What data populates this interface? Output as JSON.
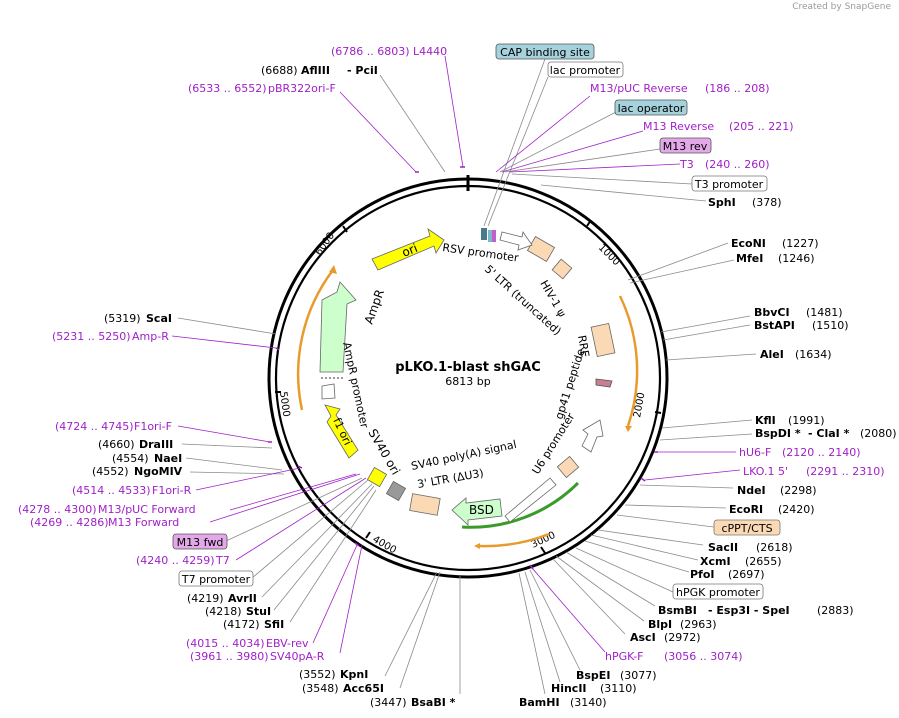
{
  "credit": {
    "prefix": "Created by",
    "brand": "SnapGene"
  },
  "plasmid": {
    "name": "pLKO.1-blast shGAC",
    "length_label": "6813 bp",
    "length": 6813
  },
  "ticks": [
    "1000",
    "2000",
    "3000",
    "4000",
    "5000",
    "6000"
  ],
  "right_labels": [
    {
      "id": "cap",
      "text": "CAP binding site",
      "style": "teal"
    },
    {
      "id": "lacp",
      "text": "lac promoter",
      "style": "box"
    },
    {
      "id": "m13puc",
      "text": "M13/pUC Reverse",
      "range": "(186 .. 208)",
      "style": "purple"
    },
    {
      "id": "lacop",
      "text": "lac operator",
      "style": "teal"
    },
    {
      "id": "m13r",
      "text": "M13 Reverse",
      "range": "(205 .. 221)",
      "style": "purple"
    },
    {
      "id": "m13rev",
      "text": "M13 rev",
      "style": "pink"
    },
    {
      "id": "t3",
      "text": "T3",
      "range": "(240 .. 260)",
      "style": "purple"
    },
    {
      "id": "t3p",
      "text": "T3 promoter",
      "style": "box"
    },
    {
      "id": "sphi",
      "text": "SphI",
      "range": "(378)",
      "style": "enzyme"
    },
    {
      "id": "econi",
      "text": "EcoNI",
      "range": "(1227)",
      "style": "enzyme"
    },
    {
      "id": "mfei",
      "text": "MfeI",
      "range": "(1246)",
      "style": "enzyme"
    },
    {
      "id": "bbvci",
      "text": "BbvCI",
      "range": "(1481)",
      "style": "enzyme"
    },
    {
      "id": "bstapi",
      "text": "BstAPI",
      "range": "(1510)",
      "style": "enzyme"
    },
    {
      "id": "alei",
      "text": "AleI",
      "range": "(1634)",
      "style": "enzyme"
    },
    {
      "id": "kfli",
      "text": "KflI",
      "range": "(1991)",
      "style": "enzyme"
    },
    {
      "id": "bspdi",
      "text": "BspDI *",
      "extra": "- ClaI *",
      "range": "(2080)",
      "style": "enzyme"
    },
    {
      "id": "hu6f",
      "text": "hU6-F",
      "range": "(2120 .. 2140)",
      "style": "purple"
    },
    {
      "id": "lko",
      "text": "LKO.1 5'",
      "range": "(2291 .. 2310)",
      "style": "purple"
    },
    {
      "id": "ndei",
      "text": "NdeI",
      "range": "(2298)",
      "style": "enzyme"
    },
    {
      "id": "ecori",
      "text": "EcoRI",
      "range": "(2420)",
      "style": "enzyme"
    },
    {
      "id": "cppt",
      "text": "cPPT/CTS",
      "style": "orange"
    },
    {
      "id": "sacii",
      "text": "SacII",
      "range": "(2618)",
      "style": "enzyme"
    },
    {
      "id": "xcmi",
      "text": "XcmI",
      "range": "(2655)",
      "style": "enzyme"
    },
    {
      "id": "pfoi",
      "text": "PfoI",
      "range": "(2697)",
      "style": "enzyme"
    },
    {
      "id": "hpgk",
      "text": "hPGK promoter",
      "style": "box"
    },
    {
      "id": "bsmbi",
      "text": "BsmBI",
      "extra": "- Esp3I  - SpeI",
      "range": "(2883)",
      "style": "enzyme"
    },
    {
      "id": "blpi",
      "text": "BlpI",
      "range": "(2963)",
      "style": "enzyme"
    },
    {
      "id": "asci",
      "text": "AscI",
      "range": "(2972)",
      "style": "enzyme"
    },
    {
      "id": "hpgkf",
      "text": "hPGK-F",
      "range": "(3056 .. 3074)",
      "style": "purple"
    },
    {
      "id": "bspei",
      "text": "BspEI",
      "range": "(3077)",
      "style": "enzyme"
    },
    {
      "id": "hincii",
      "text": "HincII",
      "range": "(3110)",
      "style": "enzyme"
    },
    {
      "id": "bamhi",
      "text": "BamHI",
      "range": "(3140)",
      "style": "enzyme"
    }
  ],
  "left_labels": [
    {
      "id": "l4440",
      "text": "L4440",
      "range": "(6786 .. 6803)",
      "style": "purple"
    },
    {
      "id": "aflIII",
      "text": "AflIII",
      "extra": "- PciI",
      "range": "(6688)",
      "style": "enzyme"
    },
    {
      "id": "pbr",
      "text": "pBR322ori-F",
      "range": "(6533 .. 6552)",
      "style": "purple"
    },
    {
      "id": "scai",
      "text": "ScaI",
      "range": "(5319)",
      "style": "enzyme"
    },
    {
      "id": "ampr",
      "text": "Amp-R",
      "range": "(5231 .. 5250)",
      "style": "purple"
    },
    {
      "id": "f1orif",
      "text": "F1ori-F",
      "range": "(4724 .. 4745)",
      "style": "purple"
    },
    {
      "id": "draiii",
      "text": "DraIII",
      "range": "(4660)",
      "style": "enzyme"
    },
    {
      "id": "naei",
      "text": "NaeI",
      "range": "(4554)",
      "style": "enzyme"
    },
    {
      "id": "ngomiv",
      "text": "NgoMIV",
      "range": "(4552)",
      "style": "enzyme"
    },
    {
      "id": "f1orir",
      "text": "F1ori-R",
      "range": "(4514 .. 4533)",
      "style": "purple"
    },
    {
      "id": "m13pucf",
      "text": "M13/pUC Forward",
      "range": "(4278 .. 4300)",
      "style": "purple"
    },
    {
      "id": "m13f",
      "text": "M13 Forward",
      "range": "(4269 .. 4286)",
      "style": "purple"
    },
    {
      "id": "m13fwd",
      "text": "M13 fwd",
      "style": "pink"
    },
    {
      "id": "t7",
      "text": "T7",
      "range": "(4240 .. 4259)",
      "style": "purple"
    },
    {
      "id": "t7p",
      "text": "T7 promoter",
      "style": "box"
    },
    {
      "id": "avrii",
      "text": "AvrII",
      "range": "(4219)",
      "style": "enzyme"
    },
    {
      "id": "stui",
      "text": "StuI",
      "range": "(4218)",
      "style": "enzyme"
    },
    {
      "id": "sfii",
      "text": "SfiI",
      "range": "(4172)",
      "style": "enzyme"
    },
    {
      "id": "ebv",
      "text": "EBV-rev",
      "range": "(4015 .. 4034)",
      "style": "purple"
    },
    {
      "id": "sv40pa",
      "text": "SV40pA-R",
      "range": "(3961 .. 3980)",
      "style": "purple"
    },
    {
      "id": "kpni",
      "text": "KpnI",
      "range": "(3552)",
      "style": "enzyme"
    },
    {
      "id": "acc65i",
      "text": "Acc65I",
      "range": "(3548)",
      "style": "enzyme"
    },
    {
      "id": "bsabi",
      "text": "BsaBI *",
      "range": "(3447)",
      "style": "enzyme"
    }
  ],
  "features": [
    {
      "id": "ori",
      "text": "ori"
    },
    {
      "id": "ampr",
      "text": "AmpR"
    },
    {
      "id": "amprp",
      "text": "AmpR promoter"
    },
    {
      "id": "f1",
      "text": "f1 ori"
    },
    {
      "id": "sv40ori",
      "text": "SV40 ori"
    },
    {
      "id": "sv40pa",
      "text": "SV40 poly(A) signal"
    },
    {
      "id": "ltr3",
      "text": "3' LTR (ΔU3)"
    },
    {
      "id": "bsd",
      "text": "BSD"
    },
    {
      "id": "u6",
      "text": "U6 promoter"
    },
    {
      "id": "gp41",
      "text": "gp41 peptide"
    },
    {
      "id": "rre",
      "text": "RRE"
    },
    {
      "id": "hiv",
      "text": "HIV-1 ψ"
    },
    {
      "id": "ltr5",
      "text": "5' LTR (truncated)"
    },
    {
      "id": "rsv",
      "text": "RSV promoter"
    }
  ],
  "colors": {
    "ori": "#ffff00",
    "ampr": "#ccffcc",
    "feature": "#fbd9b5",
    "backbone": "#000000",
    "primer": "#a020c8",
    "orange_arc": "#e89b2b",
    "teal": "#a5d2dc",
    "pink": "#e3a8e8"
  }
}
